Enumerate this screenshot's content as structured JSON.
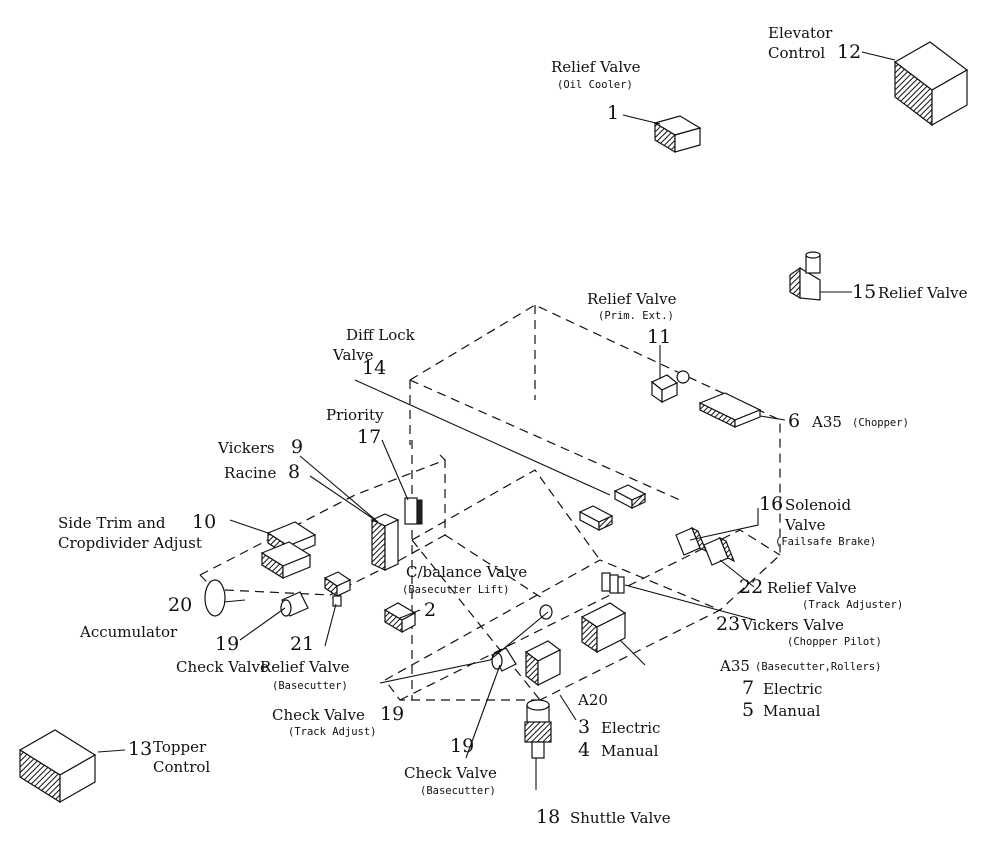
{
  "labels": {
    "relief_oil_cooler": {
      "num": "1",
      "name": "Relief Valve",
      "sub": "(Oil Cooler)"
    },
    "elevator_control": {
      "num": "12",
      "line1": "Elevator",
      "line2": "Control"
    },
    "relief_15": {
      "num": "15",
      "name": "Relief Valve"
    },
    "relief_prim_ext": {
      "num": "11",
      "name": "Relief Valve",
      "sub": "(Prim. Ext.)"
    },
    "diff_lock": {
      "num": "14",
      "line1": "Diff Lock",
      "line2": "Valve"
    },
    "a35_chopper": {
      "num": "6",
      "name": "A35",
      "sub": "(Chopper)"
    },
    "priority": {
      "num": "17",
      "name": "Priority"
    },
    "vickers": {
      "num": "9",
      "name": "Vickers"
    },
    "racine": {
      "num": "8",
      "name": "Racine"
    },
    "side_trim": {
      "num": "10",
      "line1": "Side Trim and",
      "line2": "Cropdivider Adjust"
    },
    "solenoid": {
      "num": "16",
      "line1": "Solenoid",
      "line2": "Valve",
      "sub": "(Failsafe Brake)"
    },
    "cbalance": {
      "num": "2",
      "name": "C/balance Valve",
      "sub": "(Basecutter Lift)"
    },
    "accumulator": {
      "num": "20",
      "name": "Accumulator"
    },
    "check_valve_19a": {
      "num": "19",
      "name": "Check Valve"
    },
    "relief_basecutter": {
      "num": "21",
      "name": "Relief Valve",
      "sub": "(Basecutter)"
    },
    "relief_track": {
      "num": "22",
      "name": "Relief Valve",
      "sub": "(Track Adjuster)"
    },
    "vickers_valve": {
      "num": "23",
      "name": "Vickers Valve",
      "sub": "(Chopper Pilot)"
    },
    "a35_base": {
      "name": "A35",
      "sub": "(Basecutter,Rollers)",
      "num_a": "7",
      "name_a": "Electric",
      "num_b": "5",
      "name_b": "Manual"
    },
    "check_track": {
      "num": "19",
      "name": "Check Valve",
      "sub": "(Track Adjust)"
    },
    "a20": {
      "name": "A20",
      "num_a": "3",
      "name_a": "Electric",
      "num_b": "4",
      "name_b": "Manual"
    },
    "check_basecutter": {
      "num": "19",
      "name": "Check Valve",
      "sub": "(Basecutter)"
    },
    "topper": {
      "num": "13",
      "line1": "Topper",
      "line2": "Control"
    },
    "shuttle": {
      "num": "18",
      "name": "Shuttle Valve"
    }
  }
}
